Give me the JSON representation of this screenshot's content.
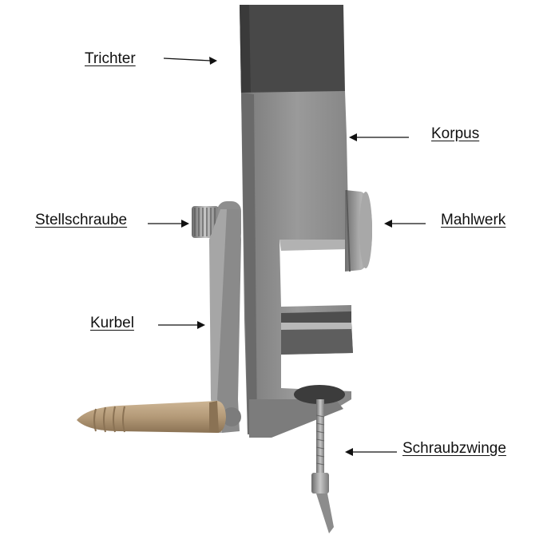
{
  "labels": {
    "trichter": "Trichter",
    "korpus": "Korpus",
    "stellschraube": "Stellschraube",
    "mahlwerk": "Mahlwerk",
    "kurbel": "Kurbel",
    "schraubzwinge": "Schraubzwinge"
  },
  "colors": {
    "hopper": "#4a4a4a",
    "body": "#8c8c8c",
    "body_dark": "#6e6e6e",
    "body_light": "#a8a8a8",
    "wood": "#b49a78",
    "wood_dark": "#8a7254",
    "metal": "#9a9a9a",
    "arrow": "#111111"
  }
}
